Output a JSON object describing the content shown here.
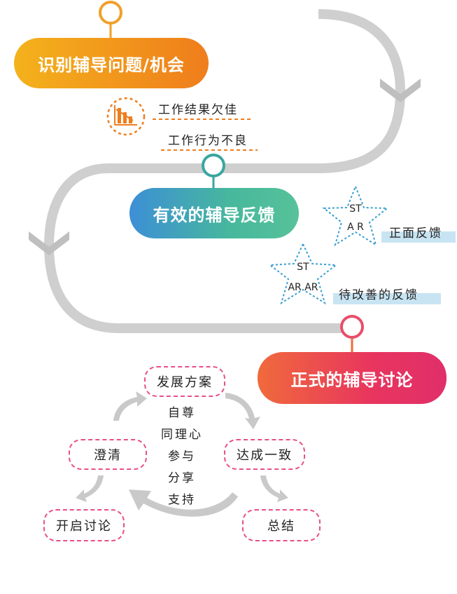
{
  "stages": {
    "stage1": "识别辅导问题/机会",
    "stage2": "有效的辅导反馈",
    "stage3": "正式的辅导讨论"
  },
  "problems": {
    "item1": "工作结果欠佳",
    "item2": "工作行为不良"
  },
  "feedback": {
    "star1": {
      "top": "ST",
      "bottom": "A R",
      "label": "正面反馈"
    },
    "star2": {
      "top": "ST",
      "bottom": "AR AR",
      "label": "待改善的反馈"
    }
  },
  "discussion": {
    "develop_plan": "发展方案",
    "clarify": "澄清",
    "agree": "达成一致",
    "open": "开启讨论",
    "summary": "总结",
    "center": [
      "自尊",
      "同理心",
      "参与",
      "分享",
      "支持"
    ]
  },
  "colors": {
    "track": "#cfcfcf",
    "orange": "#ef7d1c",
    "pink": "#e84f8a",
    "blue_dotted": "#3a9fd0",
    "teal": "#2aa79b"
  },
  "icons": [
    "bar-chart-decline-icon",
    "chevron-down-icon",
    "star-icon"
  ]
}
